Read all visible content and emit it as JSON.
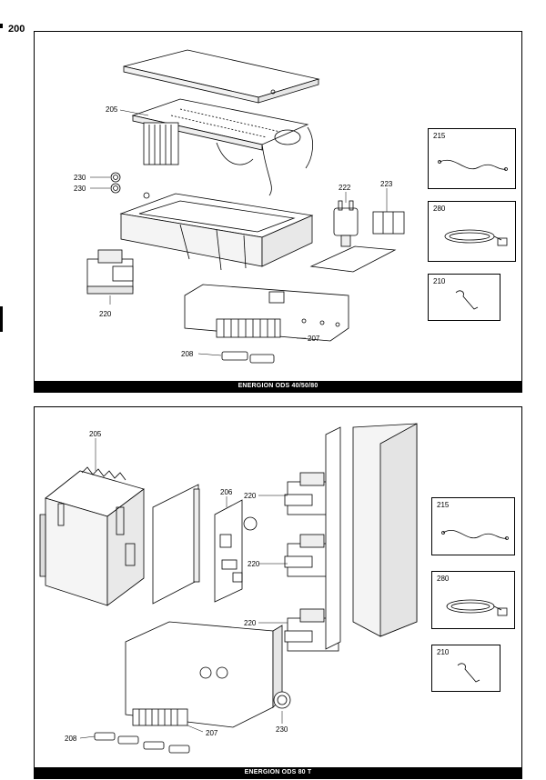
{
  "page_number": "200",
  "top_panel": {
    "caption": "ENERGION ODS 40/50/80",
    "labels": {
      "l205": "205",
      "l230a": "230",
      "l230b": "230",
      "l222": "222",
      "l223": "223",
      "l220": "220",
      "l207": "207",
      "l208": "208"
    },
    "insets": [
      {
        "label": "215",
        "icon": "wire-cable-icon"
      },
      {
        "label": "280",
        "icon": "power-cord-icon"
      },
      {
        "label": "210",
        "icon": "hook-clip-icon"
      }
    ]
  },
  "bottom_panel": {
    "caption": "ENERGION ODS 80 T",
    "labels": {
      "l205": "205",
      "l206": "206",
      "l220a": "220",
      "l220b": "220",
      "l220c": "220",
      "l207": "207",
      "l208": "208",
      "l230": "230"
    },
    "insets": [
      {
        "label": "215",
        "icon": "wire-cable-icon"
      },
      {
        "label": "280",
        "icon": "power-cord-icon"
      },
      {
        "label": "210",
        "icon": "hook-clip-icon"
      }
    ]
  }
}
